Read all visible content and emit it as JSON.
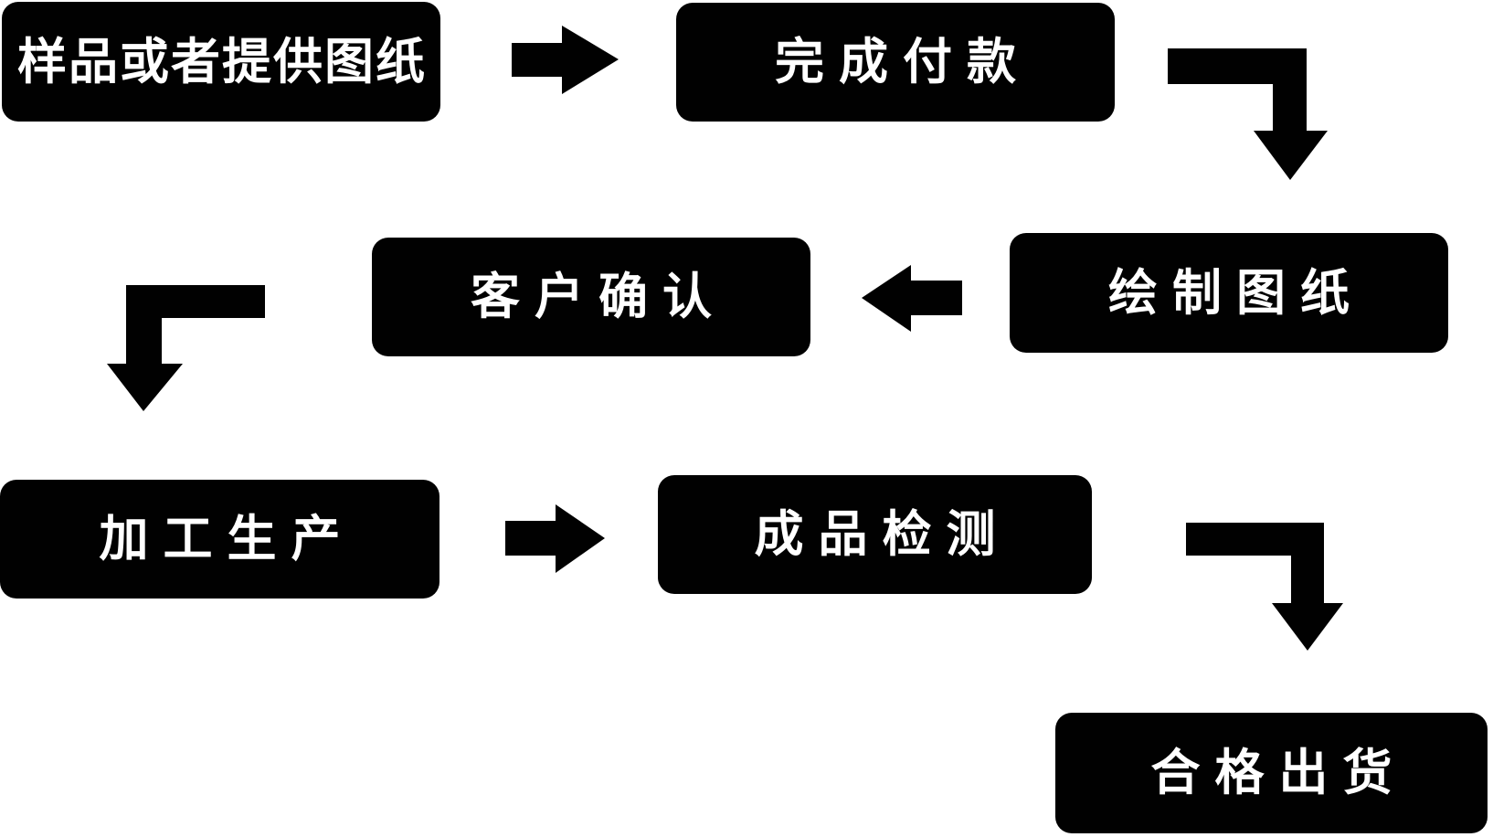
{
  "diagram": {
    "colors": {
      "background": "#ffffff",
      "node_fill": "#010101",
      "node_text": "#ffffff",
      "arrow": "#010101"
    },
    "nodes": [
      {
        "label": "样品或者提供图纸"
      },
      {
        "label": "完成付款"
      },
      {
        "label": "绘制图纸"
      },
      {
        "label": "客户确认"
      },
      {
        "label": "加工生产"
      },
      {
        "label": "成品检测"
      },
      {
        "label": "合格出货"
      }
    ],
    "edges": [
      {
        "from": "样品或者提供图纸",
        "to": "完成付款",
        "arrow": "right"
      },
      {
        "from": "完成付款",
        "to": "绘制图纸",
        "arrow": "elbow-right-down"
      },
      {
        "from": "绘制图纸",
        "to": "客户确认",
        "arrow": "left"
      },
      {
        "from": "客户确认",
        "to": "加工生产",
        "arrow": "elbow-left-down"
      },
      {
        "from": "加工生产",
        "to": "成品检测",
        "arrow": "right"
      },
      {
        "from": "成品检测",
        "to": "合格出货",
        "arrow": "elbow-right-down"
      }
    ]
  }
}
